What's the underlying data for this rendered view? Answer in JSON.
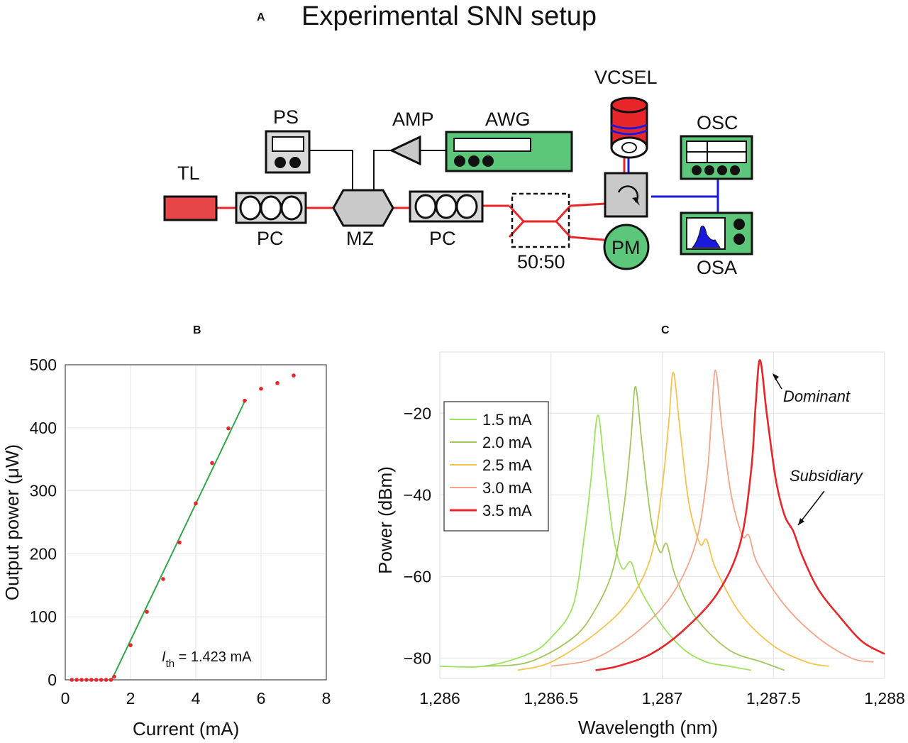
{
  "panel_a": {
    "letter": "A",
    "title": "Experimental SNN setup",
    "devices": {
      "tl": "TL",
      "pc1": "PC",
      "ps": "PS",
      "mz": "MZ",
      "amp": "AMP",
      "awg": "AWG",
      "pc2": "PC",
      "coupler": "50:50",
      "vcsel": "VCSEL",
      "pm": "PM",
      "osc": "OSC",
      "osa": "OSA"
    },
    "colors": {
      "optical_fiber": "#e8262a",
      "electrical": "#1a1adb",
      "device_green": "#5cc77a",
      "device_gray": "#c9c9c9",
      "tl_red": "#e8474a"
    }
  },
  "chart_data": [
    {
      "panel": "B",
      "type": "scatter",
      "xlabel": "Current (mA)",
      "ylabel": "Output power (μW)",
      "xlim": [
        0,
        8
      ],
      "ylim": [
        0,
        500
      ],
      "xticks": [
        "0",
        "2",
        "4",
        "6",
        "8"
      ],
      "yticks": [
        "0",
        "100",
        "200",
        "300",
        "400",
        "500"
      ],
      "grid": true,
      "annotation": {
        "symbol": "I",
        "subscript": "th",
        "text": " = 1.423 mA"
      },
      "points": {
        "x": [
          0.2,
          0.35,
          0.5,
          0.65,
          0.8,
          0.95,
          1.1,
          1.25,
          1.4,
          1.5,
          2.0,
          2.5,
          3.0,
          3.5,
          4.0,
          4.5,
          5.0,
          5.5,
          6.0,
          6.5,
          7.0
        ],
        "y": [
          0,
          0,
          0,
          0,
          0,
          0,
          0,
          0,
          0,
          5,
          55,
          108,
          160,
          218,
          280,
          344,
          399,
          443,
          462,
          471,
          483
        ]
      },
      "fit": {
        "x": [
          1.423,
          5.5
        ],
        "y": [
          0,
          442
        ]
      },
      "colors": {
        "points": "#e8262a",
        "fit": "#2eaa4a"
      }
    },
    {
      "panel": "C",
      "type": "line",
      "xlabel": "Wavelength (nm)",
      "ylabel": "Power (dBm)",
      "xlim": [
        1286,
        1288
      ],
      "ylim": [
        -85,
        -5
      ],
      "xticks": [
        "1,286",
        "1,286.5",
        "1,287",
        "1,287.5",
        "1,288"
      ],
      "yticks": [
        "-20",
        "-40",
        "-60",
        "-80"
      ],
      "grid": true,
      "legend_position": "top-left",
      "annotations": [
        "Dominant",
        "Subsidiary"
      ],
      "series": [
        {
          "name": "1.5 mA",
          "color": "#9ee35e",
          "peak": [
            1286.71,
            -20.5
          ],
          "sub": [
            1286.86,
            -56.5
          ],
          "x": [
            1286.0,
            1286.2,
            1286.4,
            1286.5,
            1286.6,
            1286.65,
            1286.68,
            1286.71,
            1286.74,
            1286.78,
            1286.82,
            1286.86,
            1286.9,
            1287.0,
            1287.1,
            1287.2,
            1287.3,
            1287.4
          ],
          "y": [
            -82,
            -82,
            -79,
            -75,
            -67,
            -50,
            -36,
            -20.5,
            -33,
            -50,
            -58,
            -56.5,
            -63,
            -72,
            -78,
            -81,
            -82,
            -83
          ]
        },
        {
          "name": "2.0 mA",
          "color": "#a2c75c",
          "peak": [
            1286.88,
            -13.5
          ],
          "sub": [
            1287.02,
            -52
          ],
          "x": [
            1286.2,
            1286.4,
            1286.6,
            1286.7,
            1286.78,
            1286.83,
            1286.86,
            1286.88,
            1286.91,
            1286.95,
            1286.99,
            1287.02,
            1287.06,
            1287.15,
            1287.3,
            1287.45,
            1287.55
          ],
          "y": [
            -82,
            -81,
            -75,
            -68,
            -58,
            -42,
            -26,
            -13.5,
            -28,
            -46,
            -54,
            -52,
            -60,
            -70,
            -78,
            -81,
            -83
          ]
        },
        {
          "name": "2.5 mA",
          "color": "#f5c44e",
          "peak": [
            1287.05,
            -10
          ],
          "sub": [
            1287.2,
            -51
          ],
          "x": [
            1286.35,
            1286.5,
            1286.7,
            1286.85,
            1286.95,
            1287.0,
            1287.03,
            1287.05,
            1287.08,
            1287.12,
            1287.17,
            1287.2,
            1287.24,
            1287.35,
            1287.5,
            1287.65,
            1287.75
          ],
          "y": [
            -83,
            -81,
            -74,
            -66,
            -55,
            -38,
            -22,
            -10,
            -24,
            -42,
            -52,
            -51,
            -58,
            -69,
            -77,
            -81,
            -82
          ]
        },
        {
          "name": "3.0 mA",
          "color": "#f5a58a",
          "peak": [
            1287.24,
            -9.5
          ],
          "sub": [
            1287.39,
            -50
          ],
          "x": [
            1286.5,
            1286.7,
            1286.9,
            1287.05,
            1287.15,
            1287.2,
            1287.22,
            1287.24,
            1287.27,
            1287.31,
            1287.36,
            1287.39,
            1287.43,
            1287.55,
            1287.7,
            1287.85,
            1287.95
          ],
          "y": [
            -82,
            -80,
            -73,
            -64,
            -52,
            -36,
            -22,
            -9.5,
            -24,
            -40,
            -50,
            -50,
            -57,
            -67,
            -75,
            -80,
            -81
          ]
        },
        {
          "name": "3.5 mA",
          "color": "#e8262a",
          "peak": [
            1287.44,
            -7
          ],
          "sub": [
            1287.59,
            -49
          ],
          "x": [
            1286.7,
            1286.8,
            1286.95,
            1287.1,
            1287.25,
            1287.35,
            1287.4,
            1287.42,
            1287.44,
            1287.47,
            1287.51,
            1287.55,
            1287.59,
            1287.63,
            1287.7,
            1287.8,
            1287.9,
            1288.0
          ],
          "y": [
            -83,
            -82,
            -79,
            -73,
            -64,
            -52,
            -34,
            -18,
            -7,
            -20,
            -36,
            -45,
            -49,
            -55,
            -63,
            -70,
            -76,
            -79
          ]
        }
      ]
    }
  ]
}
